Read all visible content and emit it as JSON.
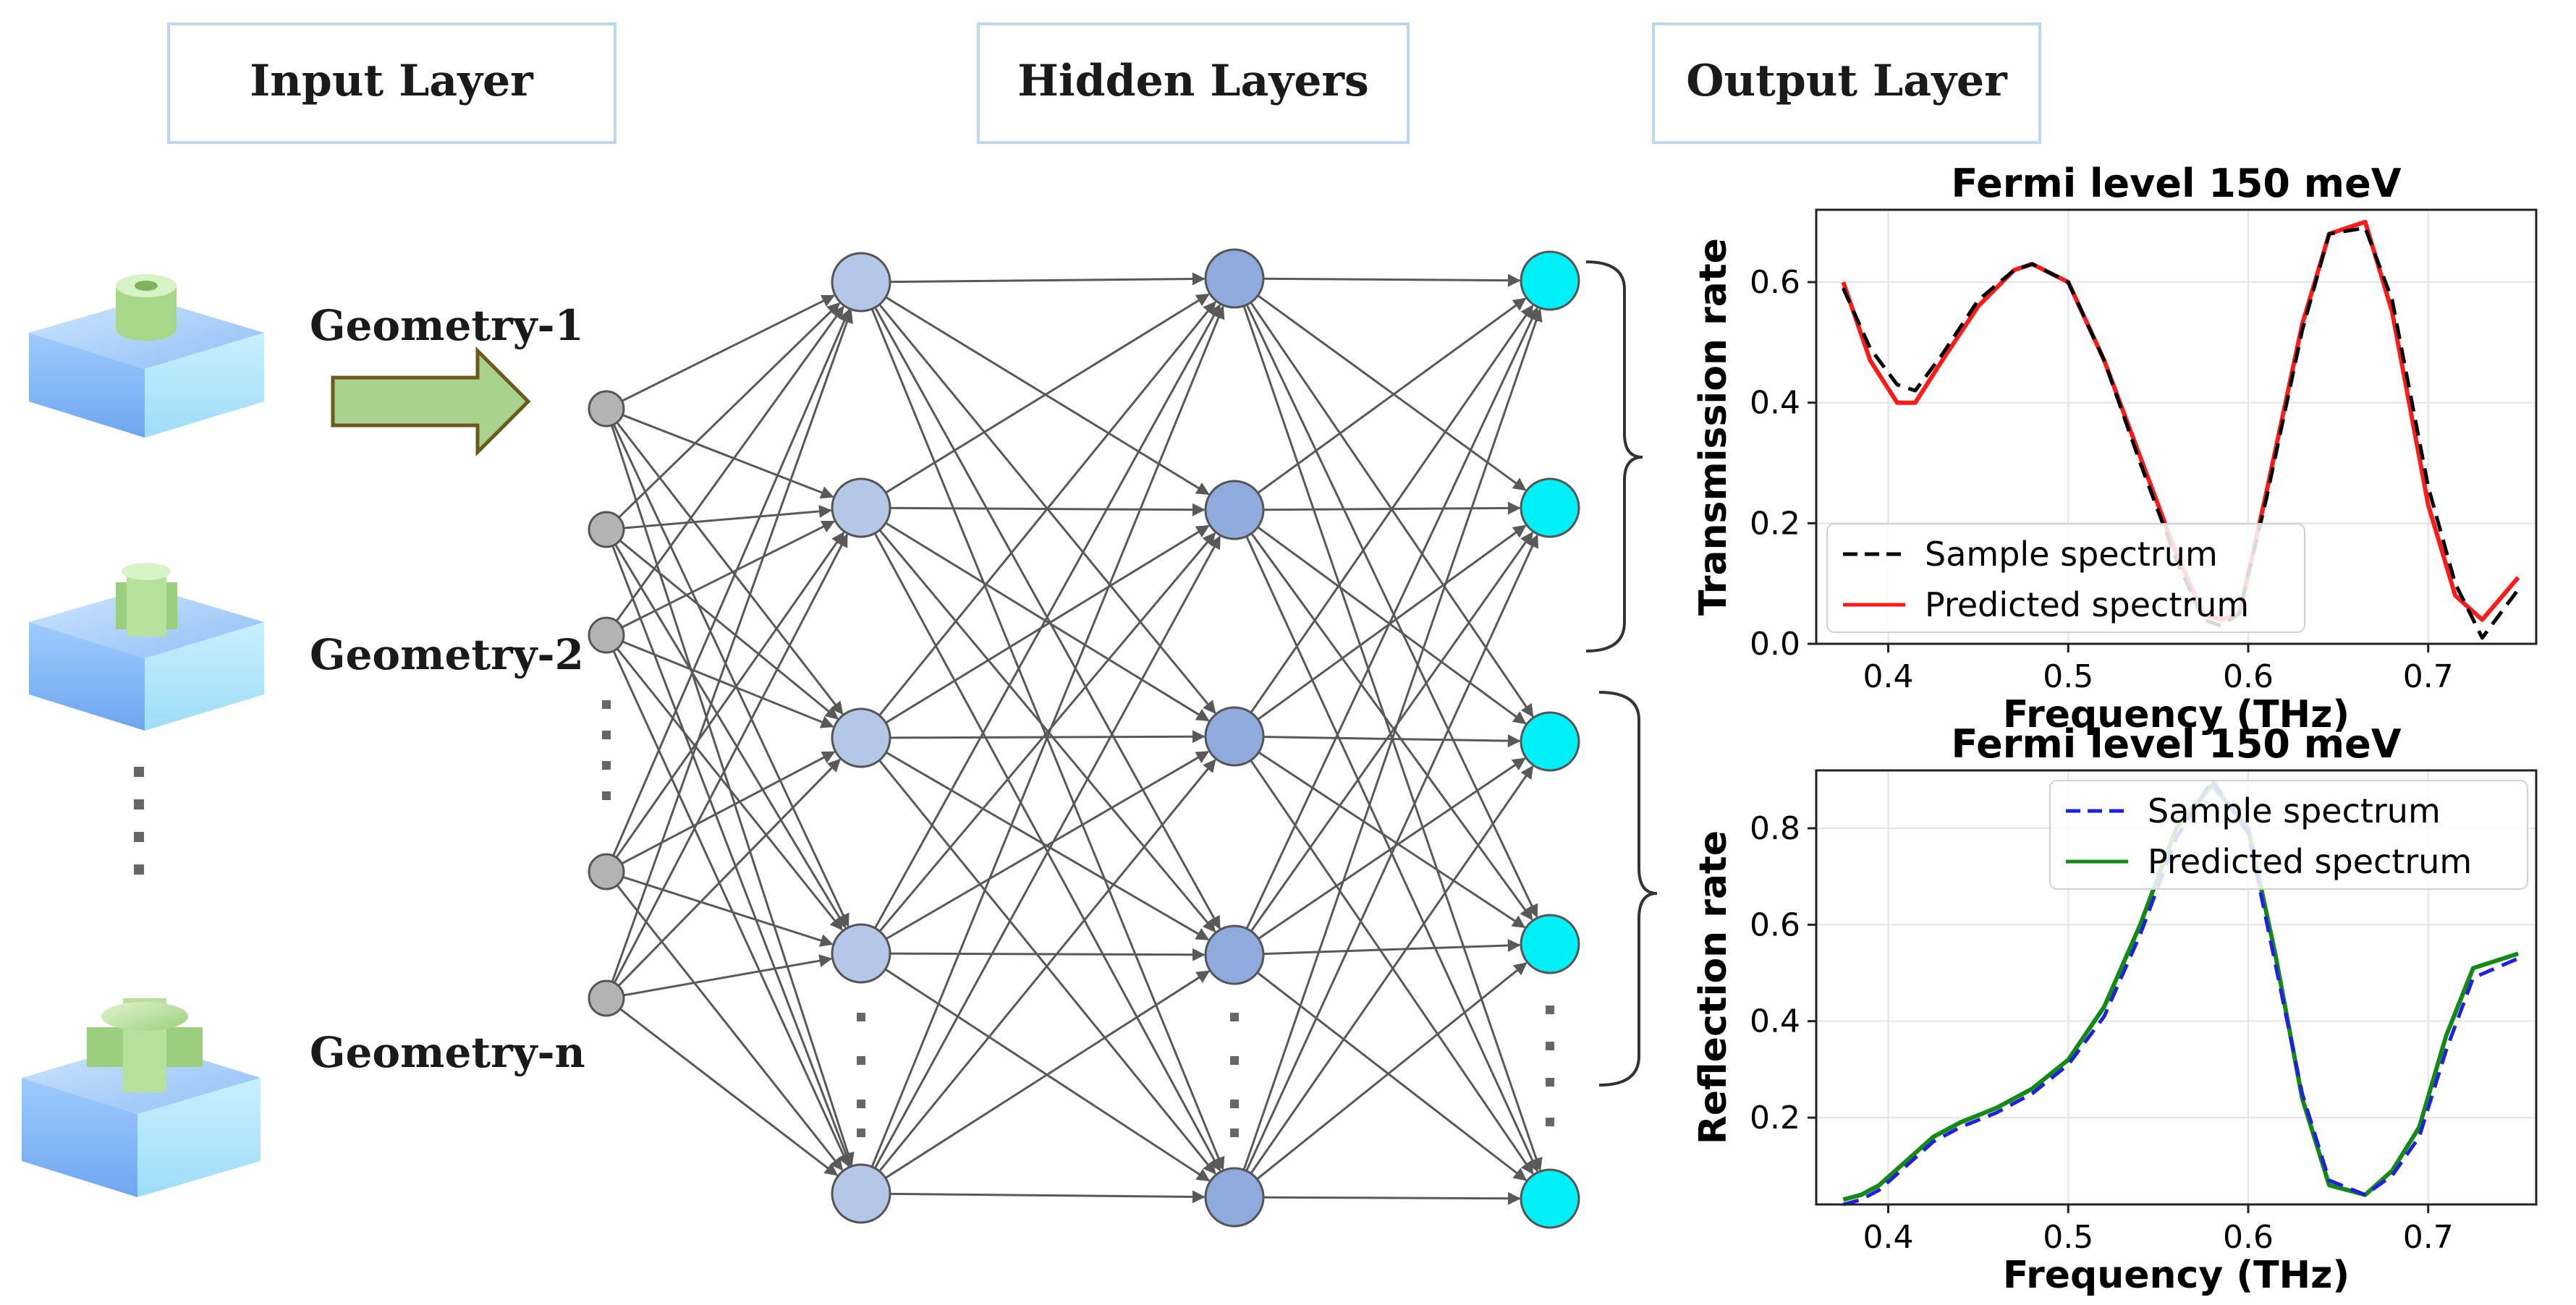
{
  "headers": {
    "input": "Input Layer",
    "hidden": "Hidden Layers",
    "output": "Output Layer"
  },
  "geometries": [
    {
      "label": "Geometry-1",
      "shape": "cylinder-tube"
    },
    {
      "label": "Geometry-2",
      "shape": "cross-small"
    },
    {
      "label": "Geometry-n",
      "shape": "cross-large"
    }
  ],
  "colors": {
    "input_node": "#b3b3b3",
    "hidden_node_1": "#b4c7e7",
    "hidden_node_2": "#8faadc",
    "output_node": "#00f0f8",
    "arrow_fill": "#a9d18e",
    "arrow_stroke": "#6b5a1e",
    "edge": "#595959",
    "sample_transmission": "#000000",
    "predicted_transmission": "#ff1a1a",
    "sample_reflection": "#1f1fe6",
    "predicted_reflection": "#138a13",
    "header_border": "#bdd7ee"
  },
  "chart_data": [
    {
      "type": "line",
      "title": "Fermi level 150 meV",
      "xlabel": "Frequency (THz)",
      "ylabel": "Transmission rate",
      "xlim": [
        0.36,
        0.76
      ],
      "ylim": [
        0.0,
        0.72
      ],
      "xticks": [
        "0.4",
        "0.5",
        "0.6",
        "0.7"
      ],
      "yticks": [
        "0.0",
        "0.2",
        "0.4",
        "0.6"
      ],
      "xtick_values": [
        0.4,
        0.5,
        0.6,
        0.7
      ],
      "ytick_values": [
        0.0,
        0.2,
        0.4,
        0.6
      ],
      "grid": true,
      "legend_position": "bottom-left",
      "series": [
        {
          "name": "Sample spectrum",
          "style": "dashed",
          "x": [
            0.375,
            0.39,
            0.405,
            0.415,
            0.43,
            0.45,
            0.47,
            0.48,
            0.5,
            0.52,
            0.54,
            0.56,
            0.575,
            0.585,
            0.595,
            0.61,
            0.63,
            0.645,
            0.665,
            0.68,
            0.7,
            0.715,
            0.73,
            0.75
          ],
          "y": [
            0.59,
            0.49,
            0.43,
            0.42,
            0.48,
            0.57,
            0.62,
            0.63,
            0.6,
            0.47,
            0.3,
            0.14,
            0.04,
            0.03,
            0.05,
            0.24,
            0.52,
            0.68,
            0.69,
            0.57,
            0.26,
            0.1,
            0.01,
            0.09
          ]
        },
        {
          "name": "Predicted spectrum",
          "style": "solid",
          "x": [
            0.375,
            0.39,
            0.405,
            0.415,
            0.43,
            0.45,
            0.47,
            0.48,
            0.5,
            0.52,
            0.54,
            0.56,
            0.575,
            0.585,
            0.595,
            0.61,
            0.63,
            0.645,
            0.665,
            0.68,
            0.7,
            0.715,
            0.73,
            0.75
          ],
          "y": [
            0.6,
            0.47,
            0.4,
            0.4,
            0.47,
            0.56,
            0.62,
            0.63,
            0.6,
            0.47,
            0.31,
            0.15,
            0.05,
            0.04,
            0.05,
            0.25,
            0.53,
            0.68,
            0.7,
            0.55,
            0.23,
            0.08,
            0.04,
            0.11
          ]
        }
      ]
    },
    {
      "type": "line",
      "title": "Fermi level 150 meV",
      "xlabel": "Frequency (THz)",
      "ylabel": "Reflection rate",
      "xlim": [
        0.36,
        0.76
      ],
      "ylim": [
        0.02,
        0.92
      ],
      "xticks": [
        "0.4",
        "0.5",
        "0.6",
        "0.7"
      ],
      "yticks": [
        "0.2",
        "0.4",
        "0.6",
        "0.8"
      ],
      "xtick_values": [
        0.4,
        0.5,
        0.6,
        0.7
      ],
      "ytick_values": [
        0.2,
        0.4,
        0.6,
        0.8
      ],
      "grid": true,
      "legend_position": "top-right",
      "series": [
        {
          "name": "Sample spectrum",
          "style": "dashed",
          "x": [
            0.375,
            0.385,
            0.395,
            0.41,
            0.425,
            0.44,
            0.46,
            0.48,
            0.5,
            0.52,
            0.54,
            0.56,
            0.58,
            0.6,
            0.615,
            0.63,
            0.645,
            0.665,
            0.68,
            0.695,
            0.71,
            0.725,
            0.75
          ],
          "y": [
            0.02,
            0.03,
            0.05,
            0.1,
            0.15,
            0.18,
            0.21,
            0.25,
            0.31,
            0.41,
            0.58,
            0.78,
            0.9,
            0.79,
            0.52,
            0.25,
            0.07,
            0.04,
            0.08,
            0.16,
            0.34,
            0.49,
            0.53
          ]
        },
        {
          "name": "Predicted spectrum",
          "style": "solid",
          "x": [
            0.375,
            0.385,
            0.395,
            0.41,
            0.425,
            0.44,
            0.46,
            0.48,
            0.5,
            0.52,
            0.54,
            0.56,
            0.58,
            0.6,
            0.615,
            0.63,
            0.645,
            0.665,
            0.68,
            0.695,
            0.71,
            0.725,
            0.75
          ],
          "y": [
            0.03,
            0.04,
            0.06,
            0.11,
            0.16,
            0.19,
            0.22,
            0.26,
            0.32,
            0.43,
            0.6,
            0.8,
            0.89,
            0.8,
            0.54,
            0.24,
            0.06,
            0.04,
            0.09,
            0.18,
            0.37,
            0.51,
            0.54
          ]
        }
      ]
    }
  ]
}
